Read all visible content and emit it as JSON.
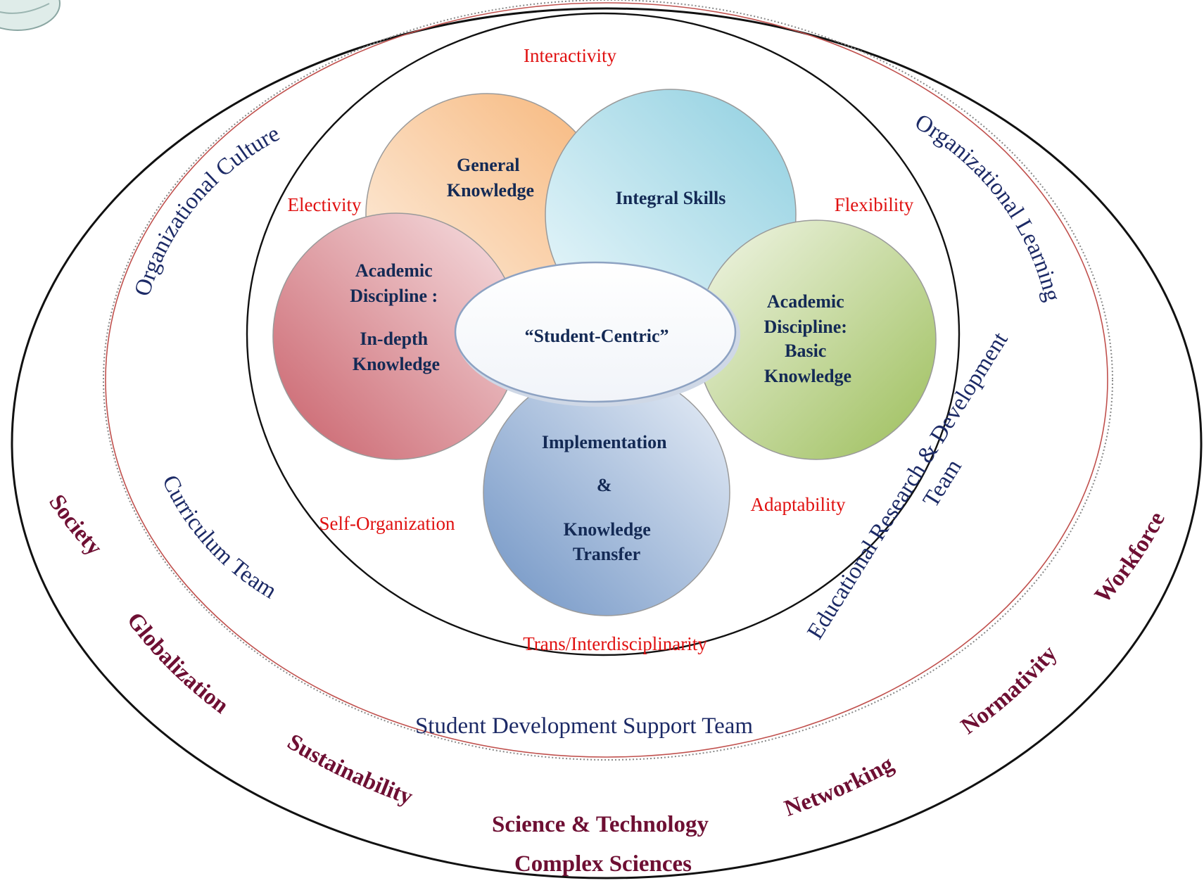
{
  "colors": {
    "attribute_text": "#e01010",
    "org_text": "#1c2a66",
    "context_text": "#6e0f33",
    "petal_text": "#142a55"
  },
  "center": {
    "label": "“Student-Centric”"
  },
  "petals": {
    "general_knowledge": [
      "General",
      "Knowledge"
    ],
    "integral_skills": [
      "Integral Skills"
    ],
    "in_depth": [
      "Academic",
      "Discipline :",
      "In-depth",
      "Knowledge"
    ],
    "basic": [
      "Academic",
      "Discipline:",
      "Basic",
      "Knowledge"
    ],
    "implementation": [
      "Implementation",
      "&",
      "Knowledge",
      "Transfer"
    ]
  },
  "attributes": {
    "interactivity": "Interactivity",
    "electivity": "Electivity",
    "flexibility": "Flexibility",
    "self_organization": "Self-Organization",
    "adaptability": "Adaptability",
    "trans_interdisciplinarity": "Trans/Interdisciplinarity"
  },
  "organization": {
    "culture": "Organizational Culture",
    "learning": "Organizational Learning",
    "curriculum_team": "Curriculum Team",
    "research_team": [
      "Educational Research & Development",
      "Team"
    ],
    "support_team": "Student Development Support Team"
  },
  "context": {
    "society": "Society",
    "globalization": "Globalization",
    "sustainability": "Sustainability",
    "science_technology": "Science & Technology",
    "complex_sciences": "Complex Sciences",
    "networking": "Networking",
    "normativity": "Normativity",
    "workforce": "Workforce"
  }
}
